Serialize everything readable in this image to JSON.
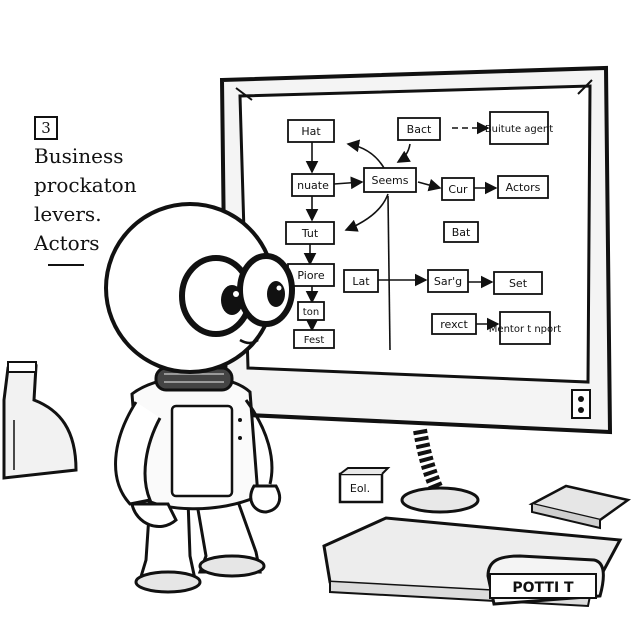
{
  "note": {
    "number": "3",
    "lines": [
      "Business",
      "prockaton",
      "levers.",
      "Actors"
    ]
  },
  "diagram": {
    "nodes": {
      "hat": "Hat",
      "bact": "Bact",
      "buitute": "Buitute agent",
      "nuate": "nuate",
      "seems": "Seems",
      "cur": "Cur",
      "actors": "Actors",
      "tut": "Tut",
      "bat": "Bat",
      "piore": "Piore",
      "lat": "Lat",
      "sarg": "Sar'g",
      "set": "Set",
      "ton": "ton",
      "rexct": "rexct",
      "mentor": "Mentor t nport",
      "fest": "Fest"
    }
  },
  "desk": {
    "small_box_label": "Eol.",
    "device_label": "POTTI T"
  }
}
